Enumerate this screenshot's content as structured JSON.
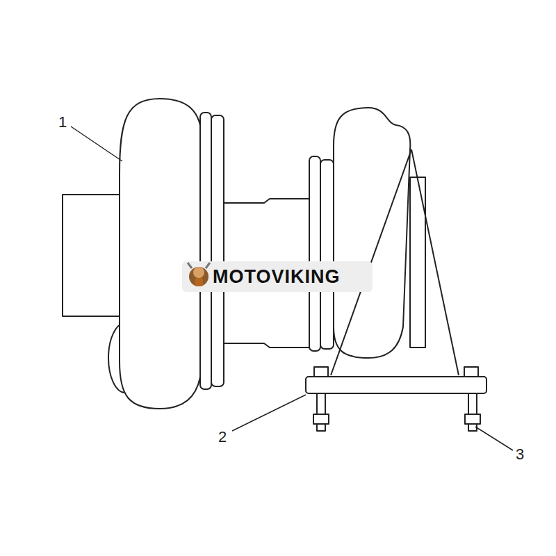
{
  "diagram": {
    "labels": [
      "1",
      "MOTOVIKING",
      "2",
      "3"
    ]
  }
}
